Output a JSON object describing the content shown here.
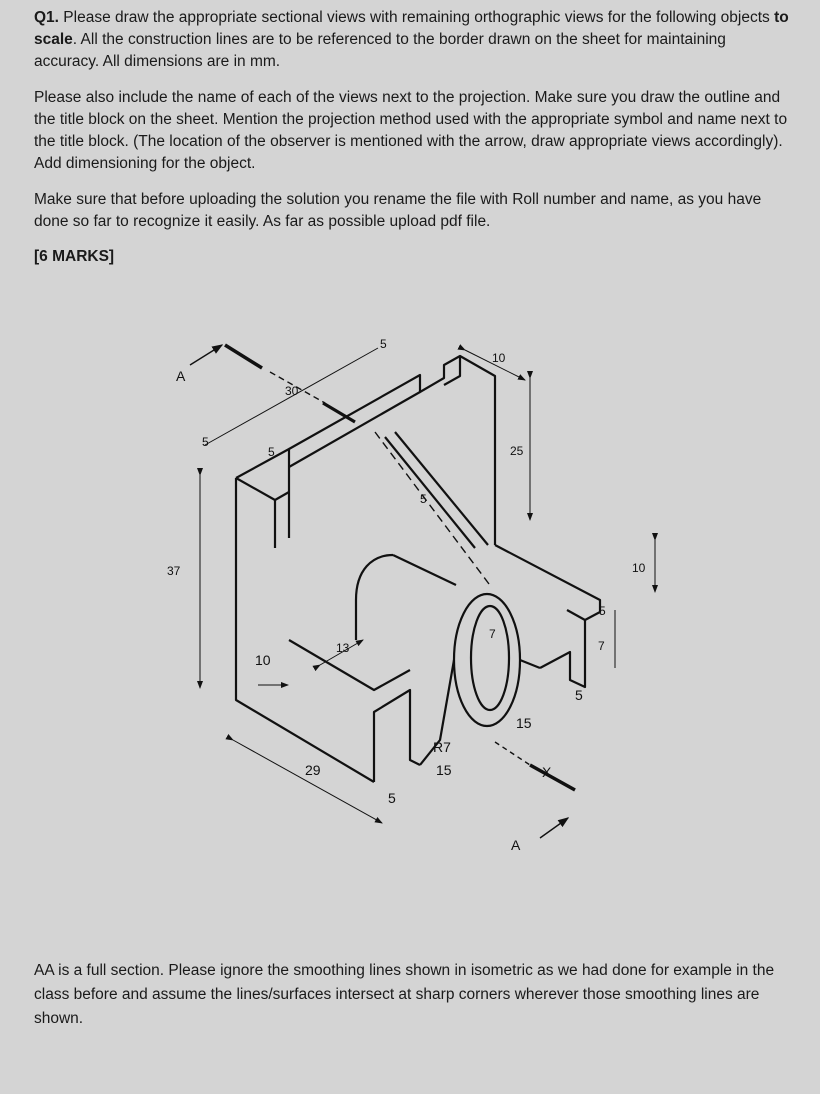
{
  "question": {
    "num": "Q1.",
    "p1a": " Please draw the appropriate sectional views with remaining orthographic views for the following objects ",
    "p1b": "to scale",
    "p1c": ". All the construction lines are to be referenced to the border drawn on the sheet for maintaining accuracy. All dimensions are in mm.",
    "p2": "Please also include the name of each of the views next to the projection. Make sure you draw the outline and the title block on the sheet. Mention the projection method used with the appropriate symbol and name next to the title block. (The location of the observer is mentioned with the arrow, draw appropriate views accordingly). Add dimensioning for the object.",
    "p3": "Make sure that before uploading the solution you rename the file with Roll number and name, as you have done so far to recognize it easily. As far as possible upload pdf file.",
    "marks": "[6 MARKS]"
  },
  "figure": {
    "section_label_top": "A",
    "section_label_bottom": "A",
    "dims": {
      "d5_top": "5",
      "d10_top": "10",
      "d30": "30",
      "d5_left": "5",
      "d5_inner": "5",
      "d5_rib": "5",
      "d25": "25",
      "d37": "37",
      "d10_base": "10",
      "d13": "13",
      "d29": "29",
      "d5_bottom": "5",
      "r7": "R7",
      "d15_hole": "15",
      "d7_slot": "7",
      "d15_right": "15",
      "d5_right": "5",
      "d7_step": "7",
      "d5_step": "5",
      "d10_right": "10",
      "x_mark": "X"
    }
  },
  "note": "AA is a full section. Please ignore the smoothing lines shown in isometric as we had done for example in the class before and assume the lines/surfaces intersect at sharp corners wherever those smoothing lines are shown."
}
